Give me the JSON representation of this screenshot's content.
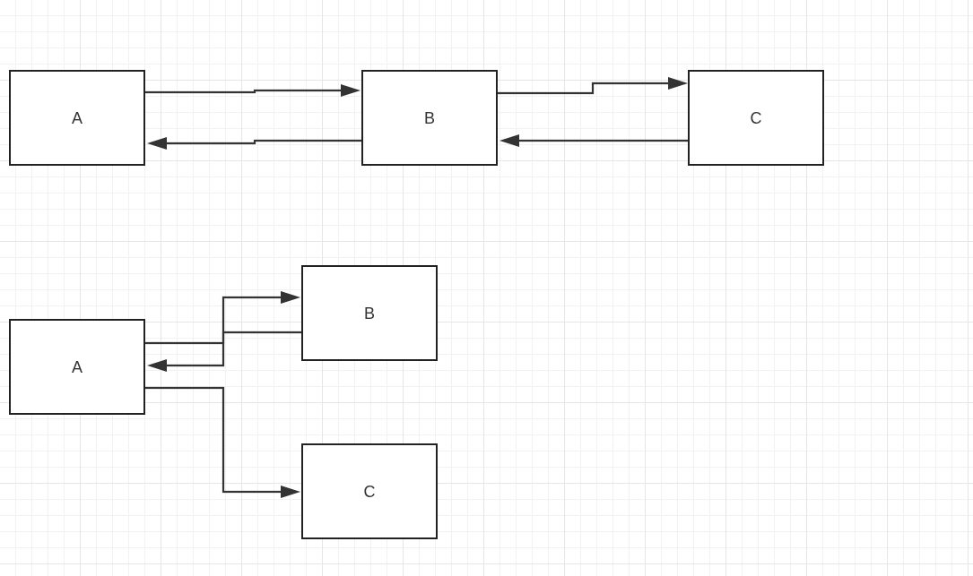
{
  "diagram_1": {
    "nodes": {
      "a": "A",
      "b": "B",
      "c": "C"
    }
  },
  "diagram_2": {
    "nodes": {
      "a": "A",
      "b": "B",
      "c": "C"
    }
  },
  "colors": {
    "stroke": "#222222",
    "edge": "#333333",
    "grid_major": "#e6e6e6",
    "grid_minor": "#f2f2f2",
    "background": "#ffffff"
  }
}
